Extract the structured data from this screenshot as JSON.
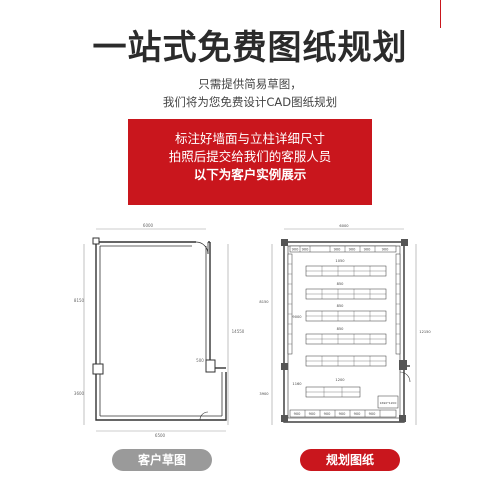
{
  "header": {
    "title": "一站式免费图纸规划",
    "subtitle_line1": "只需提供简易草图，",
    "subtitle_line2": "我们将为您免费设计CAD图纸规划"
  },
  "banner": {
    "line1": "标注好墙面与立柱详细尺寸",
    "line2": "拍照后提交给我们的客服人员",
    "line3": "以下为客户实例展示"
  },
  "sketch": {
    "top_dim": "6000",
    "left_dim_upper": "8150",
    "left_dim_lower": "3600",
    "right_dim": "14550",
    "mid_dim": "500",
    "bottom_dim": "6500",
    "button": "客户草图"
  },
  "plan": {
    "top_dim": "6000",
    "left_dim_upper": "8150",
    "left_dim_lower": "3900",
    "right_dim": "12150",
    "shelf_label": "900",
    "aisle_labels": [
      "1050",
      "850",
      "850",
      "850",
      "1200"
    ],
    "side_labels": [
      "9000",
      "1160"
    ],
    "corner_label": "1690*1200",
    "button": "规划图纸"
  },
  "colors": {
    "accent": "#c9161d",
    "grey_button": "#9a9a9a"
  }
}
